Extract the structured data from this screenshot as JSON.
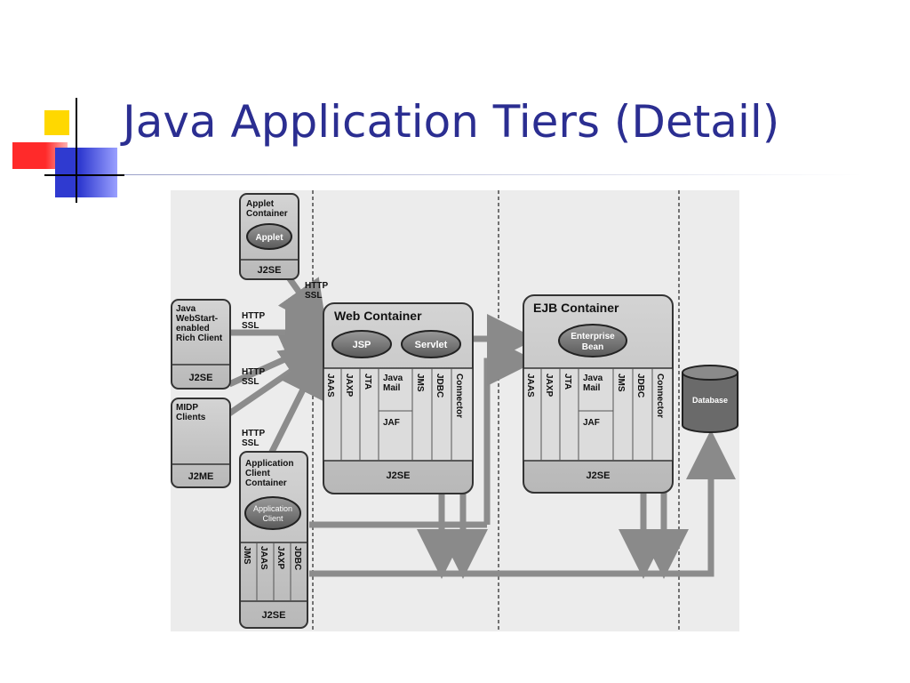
{
  "slide": {
    "title": "Java Application Tiers (Detail)"
  },
  "colors": {
    "title": "#2b2e91",
    "accent_yellow": "#ffd800",
    "accent_red": "#ff2a2a",
    "accent_blue": "#2f3ad0"
  },
  "diagram": {
    "applet_container": {
      "title_line1": "Applet",
      "title_line2": "Container",
      "component": "Applet",
      "platform": "J2SE"
    },
    "rich_client": {
      "line1": "Java",
      "line2": "WebStart-",
      "line3": "enabled",
      "line4": "Rich Client",
      "platform": "J2SE"
    },
    "midp_clients": {
      "line1": "MIDP",
      "line2": "Clients",
      "platform": "J2ME"
    },
    "app_client_container": {
      "title_line1": "Application",
      "title_line2": "Client",
      "title_line3": "Container",
      "component_line1": "Application",
      "component_line2": "Client",
      "apis": [
        "JMS",
        "JAAS",
        "JAXP",
        "JDBC"
      ],
      "platform": "J2SE"
    },
    "protocol_labels": [
      {
        "line1": "HTTP",
        "line2": "SSL"
      },
      {
        "line1": "HTTP",
        "line2": "SSL"
      },
      {
        "line1": "HTTP",
        "line2": "SSL"
      },
      {
        "line1": "HTTP",
        "line2": "SSL"
      }
    ],
    "web_container": {
      "title": "Web Container",
      "components": [
        "JSP",
        "Servlet"
      ],
      "apis": [
        "JAAS",
        "JAXP",
        "JTA",
        "JMS",
        "JDBC",
        "Connector"
      ],
      "javamail_line1": "Java",
      "javamail_line2": "Mail",
      "jaf": "JAF",
      "platform": "J2SE"
    },
    "ejb_container": {
      "title": "EJB Container",
      "component_line1": "Enterprise",
      "component_line2": "Bean",
      "apis": [
        "JAAS",
        "JAXP",
        "JTA",
        "JMS",
        "JDBC",
        "Connector"
      ],
      "javamail_line1": "Java",
      "javamail_line2": "Mail",
      "jaf": "JAF",
      "platform": "J2SE"
    },
    "database": {
      "label": "Database"
    }
  }
}
